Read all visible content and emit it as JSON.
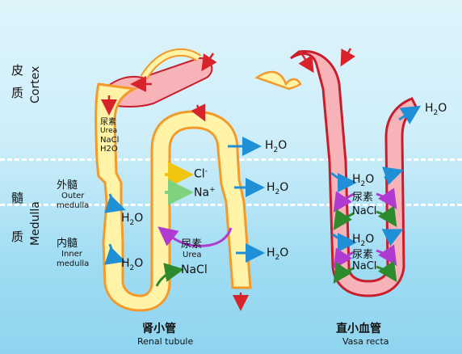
{
  "zones": {
    "cortex_cn_top": "皮",
    "cortex_cn_bottom": "质",
    "cortex_en": "Cortex",
    "medulla_cn_top": "髓",
    "medulla_cn_bottom": "质",
    "medulla_en": "Medulla",
    "outer_cn": "外髓",
    "outer_en_1": "Outer",
    "outer_en_2": "medulla",
    "inner_cn": "内髓",
    "inner_en_1": "Inner",
    "inner_en_2": "medulla"
  },
  "tubule": {
    "title_cn": "肾小管",
    "title_en": "Renal tubule",
    "inner_urea_cn": "尿素",
    "inner_urea_en": "Urea",
    "inner_nacl": "NaCl",
    "inner_h2o": "H2O",
    "cl": "Cl",
    "cl_charge": "-",
    "na": "Na",
    "na_charge": "+",
    "urea_cn": "尿素",
    "urea_en": "Urea",
    "nacl": "NaCl",
    "h2o_left_1": "H",
    "h2o_left_2": "H",
    "h2o_right_1": "H",
    "h2o_right_2": "H",
    "h2o_right_3": "H"
  },
  "vasa": {
    "title_cn": "直小血管",
    "title_en": "Vasa recta",
    "h2o_out": "H",
    "h2o_1": "H",
    "urea_1": "尿素",
    "nacl_1": "NaCl",
    "h2o_2": "H",
    "urea_2": "尿素",
    "nacl_2": "NaCl"
  },
  "colors": {
    "tubule_fill": "#fff3a8",
    "tubule_border": "#f39a2b",
    "vessel_fill": "#f7b3b8",
    "vessel_border": "#c81e2c",
    "water_arrow": "#1f8fd6",
    "purple_arrow": "#b13bd0",
    "green_arrow": "#2d8a2d",
    "red_arrow": "#d8232a"
  }
}
